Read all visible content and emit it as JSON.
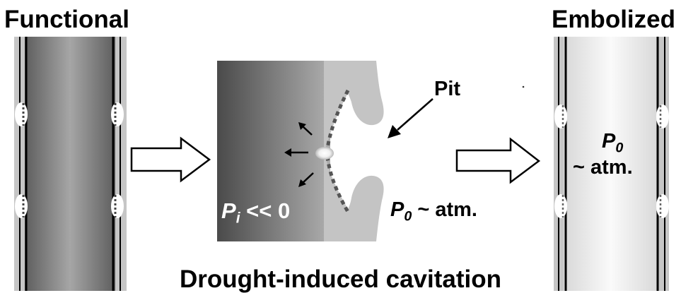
{
  "labels": {
    "functional": "Functional",
    "embolized": "Embolized",
    "caption": "Drought-induced cavitation",
    "pit": "Pit",
    "pi_symbol": "P",
    "pi_subscript": "i",
    "pi_relation": " << 0",
    "p0_symbol": "P",
    "p0_subscript": "0",
    "p0_relation_mid": " ~ atm.",
    "p0_relation_right": "~ atm."
  },
  "colors": {
    "functional_dark": "#5a5a5a",
    "functional_light": "#a8a8a8",
    "embolized_light": "#f4f4f4",
    "wall_gray": "#c4c4c4",
    "membrane": "#555555",
    "arrow_outline": "#000000"
  },
  "icons": [
    "hollow-right-arrow",
    "small-black-arrow",
    "air-bubble"
  ]
}
